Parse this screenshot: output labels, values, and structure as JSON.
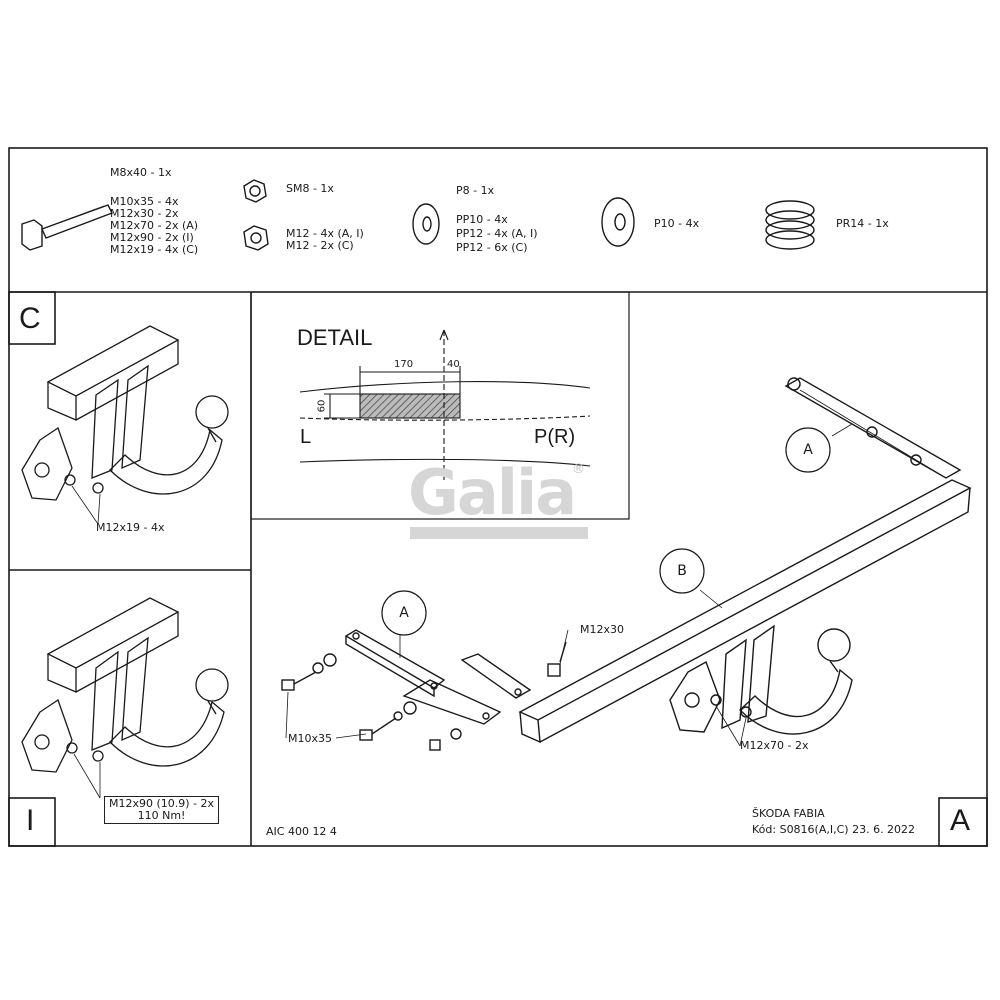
{
  "parts": {
    "bolt_m8x40": "M8x40 - 1x",
    "bolt_list": [
      "M10x35 - 4x",
      "M12x30 - 2x",
      "M12x70 - 2x (A)",
      "M12x90 - 2x (I)",
      "M12x19 - 4x (C)"
    ],
    "sm8": "SM8 - 1x",
    "nut_list": [
      "M12 - 4x (A, I)",
      "M12 - 2x (C)"
    ],
    "p8": "P8 - 1x",
    "pp_list": [
      "PP10 - 4x",
      "PP12 - 4x (A, I)",
      "PP12 - 6x (C)"
    ],
    "p10": "P10 - 4x",
    "pr14": "PR14 - 1x"
  },
  "panel_c": {
    "letter": "C",
    "bolt_label": "M12x19 - 4x"
  },
  "panel_i": {
    "letter": "I",
    "note_line1": "M12x90 (10.9) - 2x",
    "note_line2": "110 Nm!"
  },
  "detail": {
    "title": "DETAIL",
    "dim_170": "170",
    "dim_40": "40",
    "dim_60": "60",
    "left": "L",
    "right": "P(R)"
  },
  "logo": {
    "text": "Galia",
    "reg": "®"
  },
  "main": {
    "label_a1": "A",
    "label_a2": "A",
    "label_b": "B",
    "m12x30": "M12x30",
    "m10x35": "M10x35",
    "m12x70": "M12x70 - 2x",
    "code_left": "AIC 400 12 4",
    "car": "ŠKODA FABIA",
    "code_right": "Kód: S0816(A,I,C)  23. 6. 2022",
    "letter": "A"
  }
}
